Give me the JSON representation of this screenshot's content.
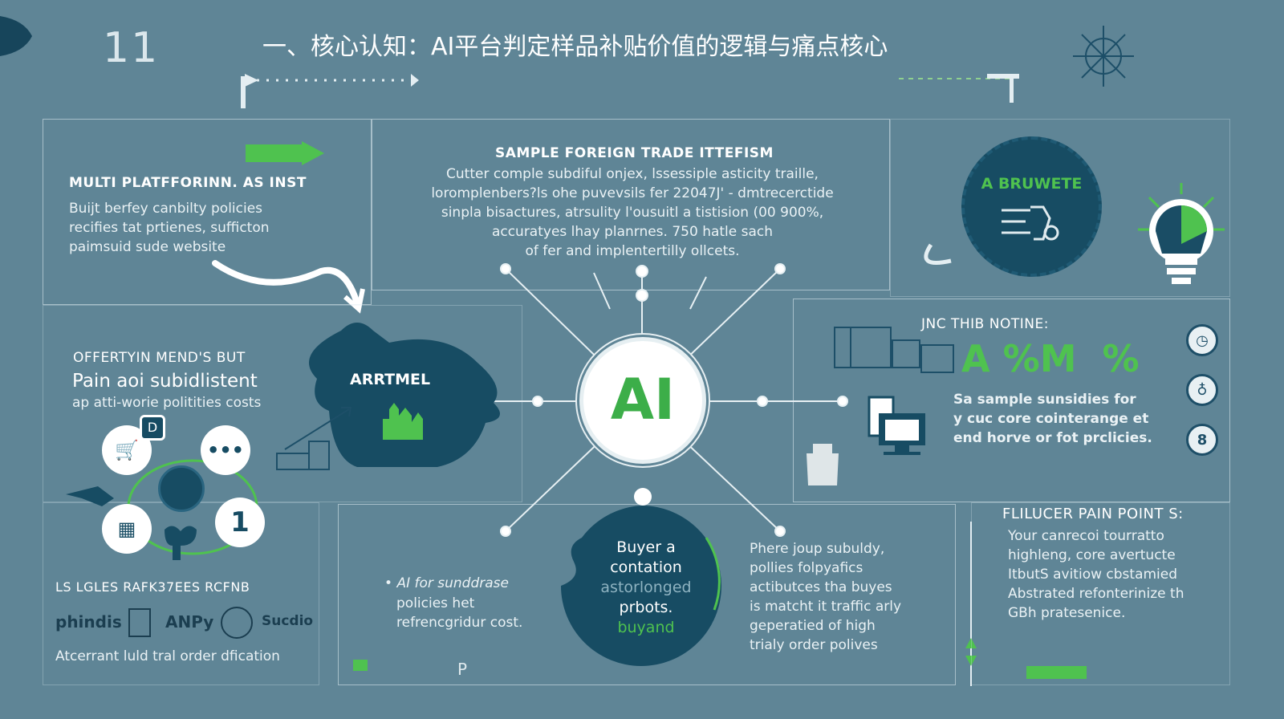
{
  "header": {
    "page_number": "11",
    "title": "一、核心认知：AI平台判定样品补贴价值的逻辑与痛点核心"
  },
  "top_left_panel": {
    "heading": "MULTI PLATFFORINN. AS INST",
    "body": [
      "Buijt berfey canbilty policies",
      "recifies tat prtienes, sufficton",
      "paimsuid sude website"
    ]
  },
  "top_center_panel": {
    "heading": "SAMPLE FOREIGN TRADE ITTEFISM",
    "body": [
      "Cutter comple subdiful onjex, lssessiple asticity traille,",
      "loromplenbers?ls ohe puvevsils fer 22047J' - dmtrecerctide",
      "sinpla bisactures, atrsulity l'ousuitl a tistision (00 900%,",
      "accuratyes lhay planrnes. 750 hatle sach",
      "of fer and implentertilly ollcets."
    ]
  },
  "top_right_badge": {
    "label": "A BRUWETE"
  },
  "left_mid_panel": {
    "heading": "OFFERTYIN MEND'S BUT",
    "subtitle": "Pain aoi subidlistent",
    "body": "ap atti-worie politities costs"
  },
  "left_bottom_panel": {
    "heading": "LS LGLES RAFK37EES RCFNB",
    "logos": [
      "phindis",
      "ANPy",
      "Sucdio"
    ],
    "caption": "Atcerrant luld tral order dfication"
  },
  "center_hub": {
    "label": "AI",
    "dark_shape_label": "ARRTMEL"
  },
  "right_mid_panel": {
    "heading": "JNC THIB NOTINE:",
    "percent_row": "A %M  %",
    "body": [
      "Sa sample sunsidies for",
      "y cuc core cointerange et",
      "end horve or fot prclicies."
    ]
  },
  "bottom_center_panel": {
    "bullet": "AI for sunddrase",
    "bullet_body": [
      "policies het",
      "refrencgridur cost."
    ],
    "circle_lines": [
      "Buyer a",
      "contation",
      "astorlonged",
      "prbots.",
      "buyand"
    ],
    "right_text": [
      "Phere joup subuldy,",
      "pollies folpyafics",
      "actibutces tha buyes",
      "is matcht it traffic arly",
      "geperatied of high",
      "trialy order polives"
    ],
    "corner_letter": "P"
  },
  "bottom_right_panel": {
    "heading": "FLILUCER PAIN POINT S:",
    "body": [
      "Your canrecoi tourratto",
      "highleng, core avertucte",
      "ItbutS avitiow cbstamied",
      "Abstrated refonterinize th",
      "GBh pratesenice."
    ]
  },
  "colors": {
    "background": "#5f8596",
    "accent_green": "#4fc24f",
    "dark_navy": "#174c63"
  },
  "icons": [
    "compass-icon",
    "cart-icon",
    "chat-icon",
    "globe-icon",
    "number-one-icon",
    "building-icon",
    "lightbulb-icon",
    "monitor-icon",
    "clock-icon",
    "bag-icon",
    "pot-icon"
  ]
}
